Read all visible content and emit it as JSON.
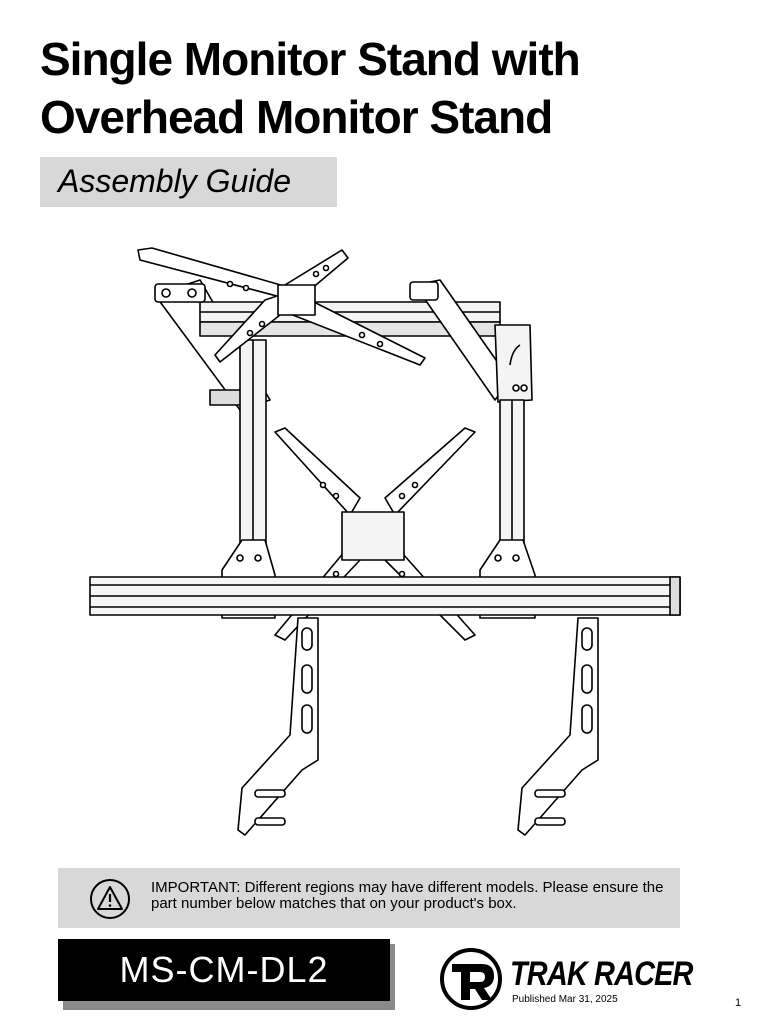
{
  "document": {
    "title": "Single Monitor Stand with Overhead Monitor Stand",
    "subtitle": "Assembly Guide",
    "notice": "IMPORTANT: Different regions may have different models. Please ensure the part number below matches that on your product's box.",
    "part_number": "MS-CM-DL2",
    "brand": "TRAK RACER",
    "published": "Published Mar 31, 2025",
    "page_number": "1"
  },
  "icons": {
    "warning": "warning-triangle-icon",
    "logo": "trak-racer-logo-icon"
  }
}
